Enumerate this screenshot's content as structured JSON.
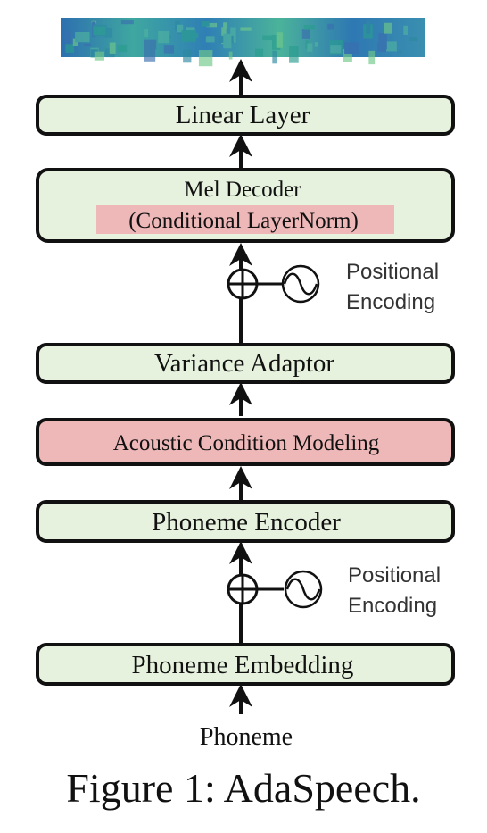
{
  "mel_spectrogram": {
    "colors": [
      "#2d8aa0",
      "#4fb3a0",
      "#3b6fb0",
      "#6fc88a",
      "#2a9d8f"
    ]
  },
  "blocks": {
    "linear_layer": "Linear Layer",
    "mel_decoder_line1": "Mel Decoder",
    "mel_decoder_line2": "(Conditional LayerNorm)",
    "variance_adaptor": "Variance Adaptor",
    "acoustic_condition_modeling": "Acoustic Condition Modeling",
    "phoneme_encoder": "Phoneme Encoder",
    "phoneme_embedding": "Phoneme Embedding"
  },
  "positional_encoding_upper": {
    "line1": "Positional",
    "line2": "Encoding"
  },
  "positional_encoding_lower": {
    "line1": "Positional",
    "line2": "Encoding"
  },
  "input_label": "Phoneme",
  "caption": "Figure 1: AdaSpeech.",
  "colors": {
    "green_box": "#e6f2dd",
    "red_box": "#efb8b8",
    "highlight": "#efb8b8"
  }
}
